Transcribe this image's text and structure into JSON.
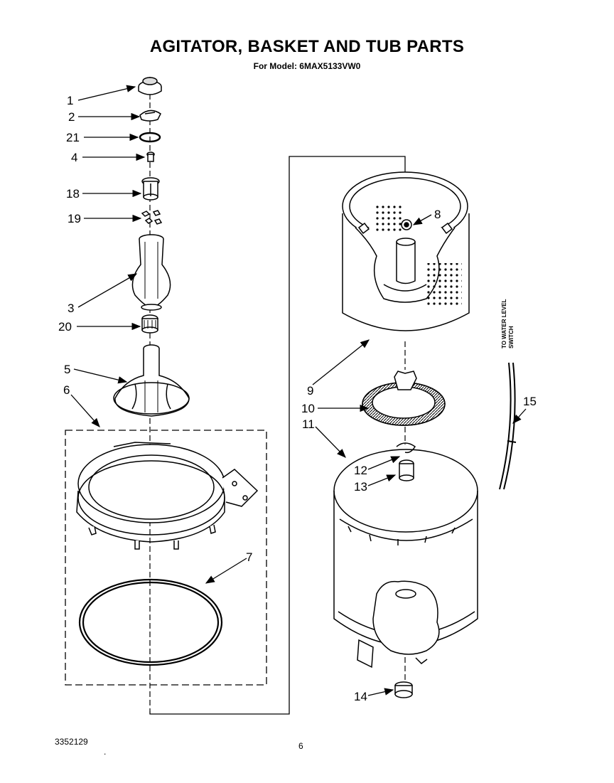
{
  "title": "AGITATOR, BASKET AND TUB PARTS",
  "subtitle": "For Model: 6MAX5133VW0",
  "doc_number": "3352129",
  "page_number": "6",
  "side_note": {
    "line1": "TO WATER LEVEL",
    "line2": "SWITCH"
  },
  "callouts": {
    "c1": "1",
    "c2": "2",
    "c21": "21",
    "c4": "4",
    "c18": "18",
    "c19": "19",
    "c3": "3",
    "c20": "20",
    "c5": "5",
    "c6": "6",
    "c7": "7",
    "c8": "8",
    "c9": "9",
    "c10": "10",
    "c11": "11",
    "c12": "12",
    "c13": "13",
    "c14": "14",
    "c15": "15"
  }
}
